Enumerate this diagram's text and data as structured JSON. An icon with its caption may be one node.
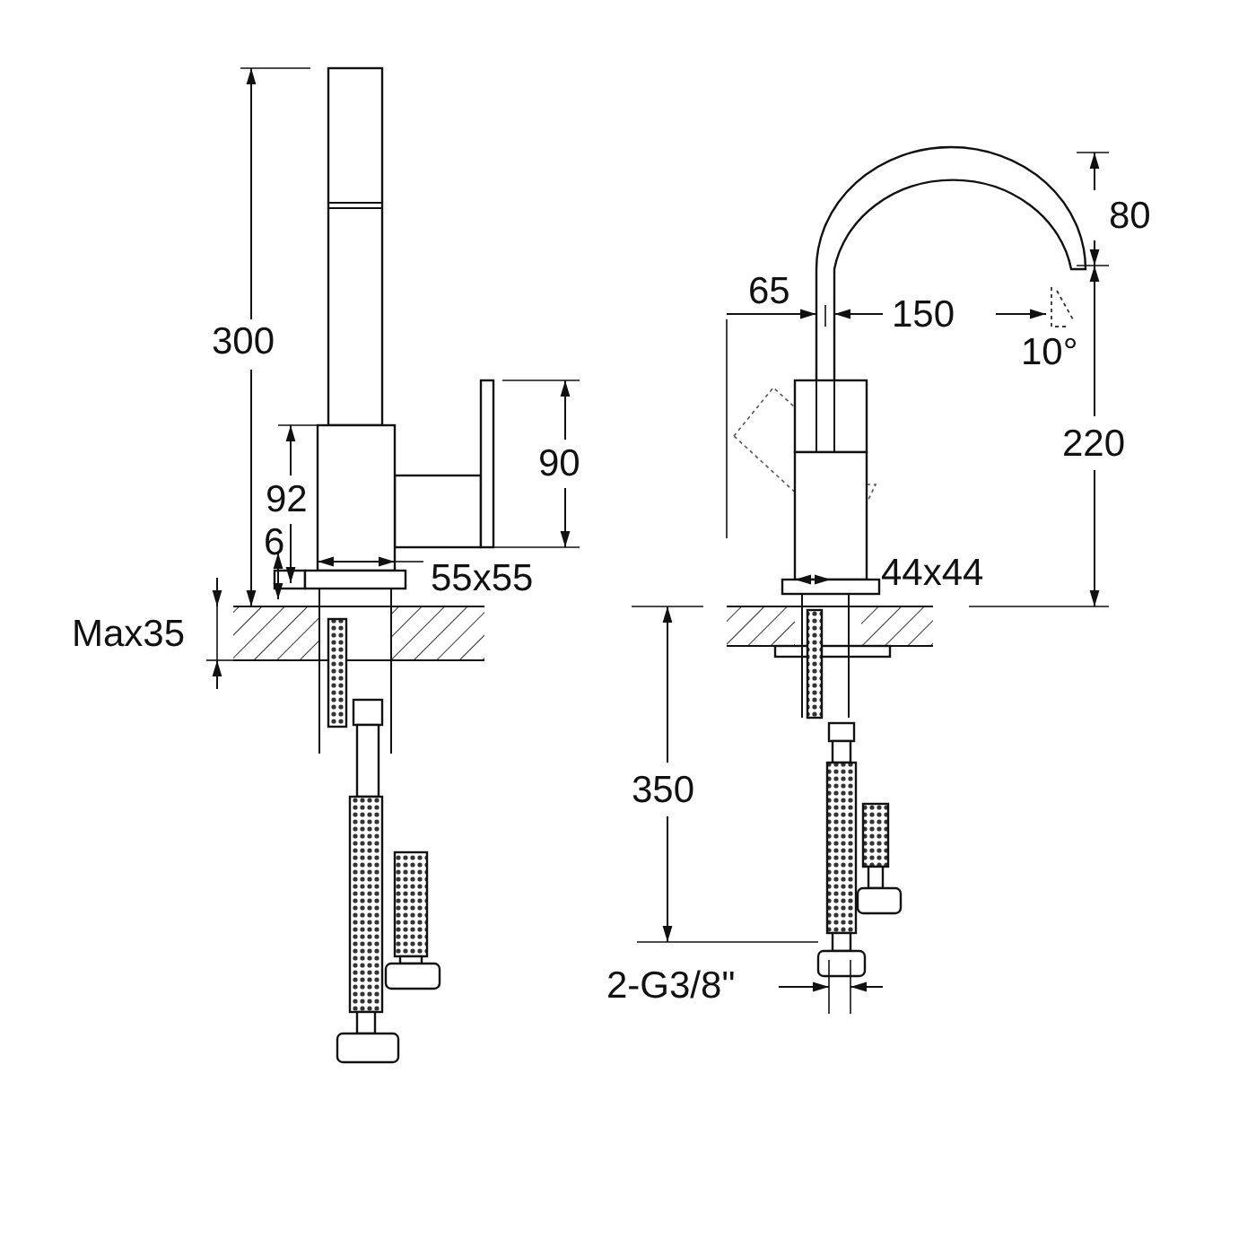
{
  "diagram": {
    "labels": [
      "300",
      "90",
      "92",
      "6",
      "55x55",
      "Max35",
      "80",
      "65",
      "150",
      "10°",
      "220",
      "44x44",
      "350",
      "2-G3/8\""
    ]
  }
}
